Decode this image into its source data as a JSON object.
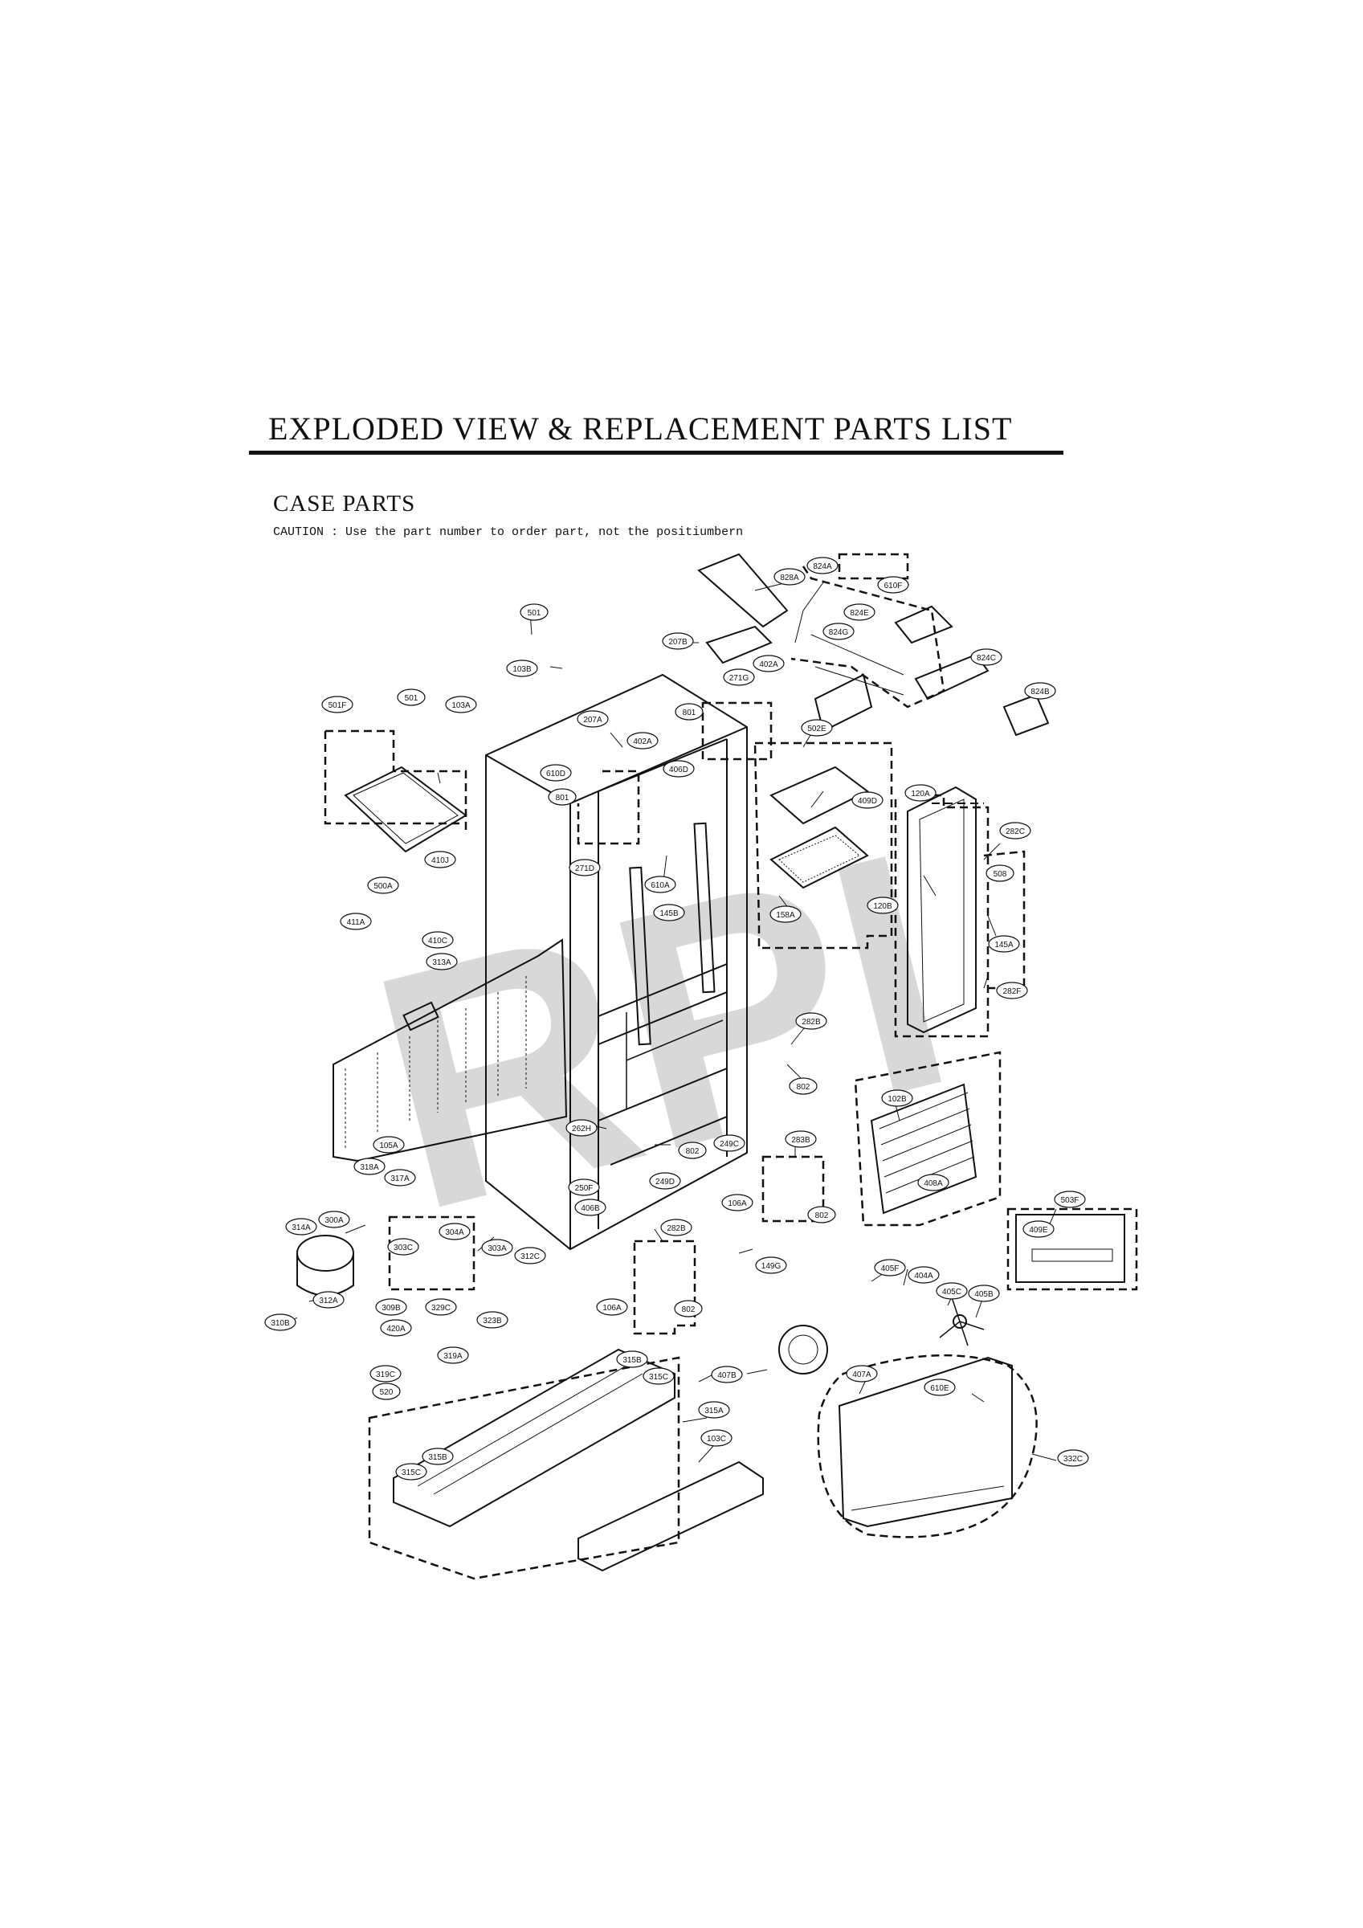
{
  "header": {
    "title": "EXPLODED VIEW & REPLACEMENT PARTS LIST",
    "subtitle": "CASE  PARTS",
    "caution": "CAUTION : Use the part number to order part, not the positiumbern"
  },
  "watermark": "RPI",
  "callouts": {
    "c1": "828A",
    "c2": "824A",
    "c3": "610F",
    "c4": "824E",
    "c5": "824G",
    "c6": "824C",
    "c7": "824B",
    "c8": "501",
    "c9": "207B",
    "c10": "402A",
    "c11": "103B",
    "c12": "271G",
    "c13": "801",
    "c14": "501F",
    "c15": "501",
    "c16": "103A",
    "c17": "207A",
    "c18": "402A",
    "c19": "502E",
    "c20": "610D",
    "c21": "801",
    "c22": "406D",
    "c23": "409D",
    "c24": "120A",
    "c25": "282C",
    "c26": "410J",
    "c27": "271D",
    "c28": "610A",
    "c29": "508",
    "c30": "500A",
    "c31": "145B",
    "c32": "158A",
    "c33": "120B",
    "c34": "411A",
    "c35": "410C",
    "c36": "313A",
    "c37": "145A",
    "c38": "282F",
    "c39": "282B",
    "c40": "802",
    "c41": "102B",
    "c42": "262H",
    "c43": "105A",
    "c44": "249C",
    "c45": "802",
    "c46": "283B",
    "c47": "318A",
    "c48": "317A",
    "c49": "249D",
    "c50": "250F",
    "c51": "406B",
    "c52": "408A",
    "c53": "106A",
    "c54": "802",
    "c55": "503F",
    "c56": "314A",
    "c57": "300A",
    "c58": "282B",
    "c59": "409E",
    "c60": "304A",
    "c61": "303C",
    "c62": "303A",
    "c63": "312C",
    "c64": "149G",
    "c65": "405F",
    "c66": "404A",
    "c67": "312A",
    "c68": "106A",
    "c69": "802",
    "c70": "405C",
    "c71": "405B",
    "c72": "310B",
    "c73": "309B",
    "c74": "329C",
    "c75": "420A",
    "c76": "323B",
    "c77": "319A",
    "c78": "315B",
    "c79": "407B",
    "c80": "319C",
    "c81": "315C",
    "c82": "407A",
    "c83": "610E",
    "c84": "520",
    "c85": "315A",
    "c86": "103C",
    "c87": "332C",
    "c88": "315B",
    "c89": "315C"
  }
}
